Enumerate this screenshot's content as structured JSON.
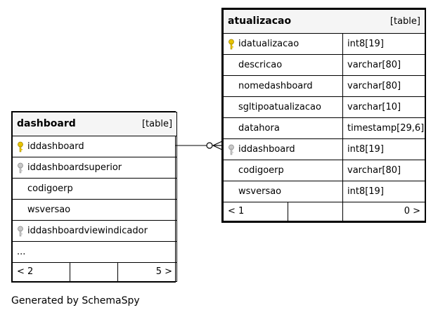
{
  "footer_note": "Generated by SchemaSpy",
  "tables": {
    "dashboard": {
      "name": "dashboard",
      "type": "[table]",
      "columns": [
        {
          "name": "iddashboard",
          "key": "primary"
        },
        {
          "name": "iddashboardsuperior",
          "key": "foreign"
        },
        {
          "name": "codigoerp",
          "key": "none"
        },
        {
          "name": "wsversao",
          "key": "none"
        },
        {
          "name": "iddashboardviewindicador",
          "key": "foreign"
        }
      ],
      "more": "...",
      "parents": "< 2",
      "children": "5 >"
    },
    "atualizacao": {
      "name": "atualizacao",
      "type": "[table]",
      "columns": [
        {
          "name": "idatualizacao",
          "type": "int8[19]",
          "key": "primary"
        },
        {
          "name": "descricao",
          "type": "varchar[80]",
          "key": "none"
        },
        {
          "name": "nomedashboard",
          "type": "varchar[80]",
          "key": "none"
        },
        {
          "name": "sgltipoatualizacao",
          "type": "varchar[10]",
          "key": "none"
        },
        {
          "name": "datahora",
          "type": "timestamp[29,6]",
          "key": "none"
        },
        {
          "name": "iddashboard",
          "type": "int8[19]",
          "key": "foreign"
        },
        {
          "name": "codigoerp",
          "type": "varchar[80]",
          "key": "none"
        },
        {
          "name": "wsversao",
          "type": "int8[19]",
          "key": "none"
        }
      ],
      "parents": "< 1",
      "children": "0 >"
    }
  },
  "colors": {
    "primary_key": "#e8c400",
    "foreign_key": "#a8a8a8",
    "header_bg": "#f5f5f5"
  },
  "relationships": [
    {
      "from": "atualizacao.iddashboard",
      "to": "dashboard.iddashboard",
      "cardinality": "many-to-one"
    }
  ]
}
